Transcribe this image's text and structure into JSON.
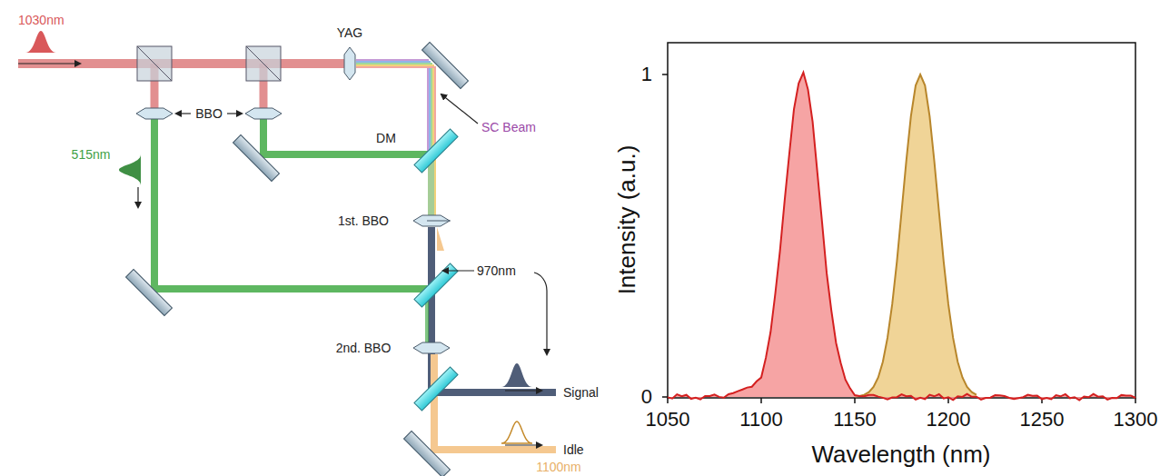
{
  "diagram": {
    "labels": [
      "1030nm",
      "YAG",
      "BBO",
      "SC Beam",
      "DM",
      "515nm",
      "1st. BBO",
      "970nm",
      "2nd. BBO",
      "Signal",
      "Idle",
      "1100nm",
      "1",
      "0",
      "1050",
      "1100",
      "1150",
      "1200",
      "1250",
      "1300",
      "Intensity (a.u.)",
      "Wavelength (nm)"
    ]
  }
}
